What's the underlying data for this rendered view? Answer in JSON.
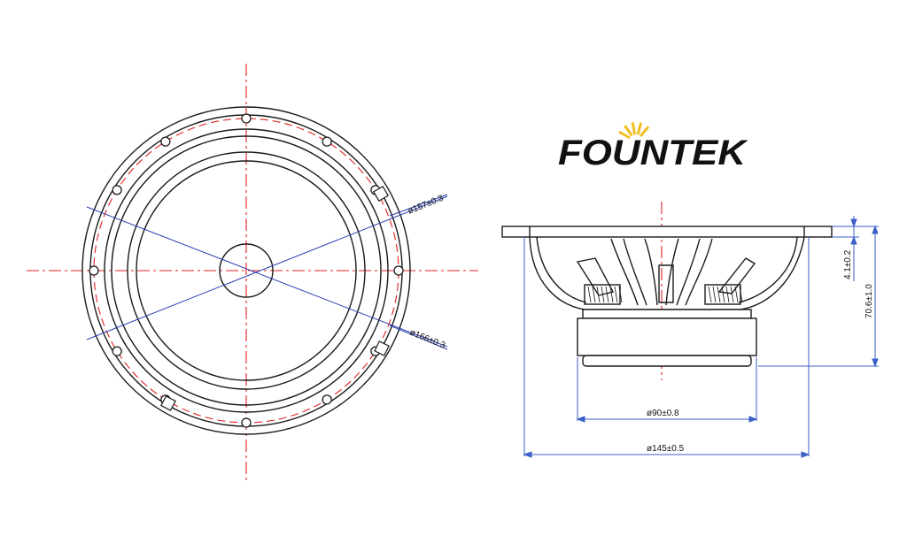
{
  "logo": {
    "brand": "FOUNTEK",
    "ray_color": "#f0c020"
  },
  "colors": {
    "outline": "#1a1a1a",
    "centerline": "#e02020",
    "measure": "#2b3fb0",
    "dimension": "#3a5fc8"
  },
  "front_view": {
    "label_inner": "ø157±0.3",
    "label_outer": "ø166±0.3"
  },
  "side_view": {
    "label_magnet": "ø90±0.8",
    "label_frame": "ø145±0.5",
    "label_flange": "4.1±0.2",
    "label_depth": "70.6±1.0"
  }
}
